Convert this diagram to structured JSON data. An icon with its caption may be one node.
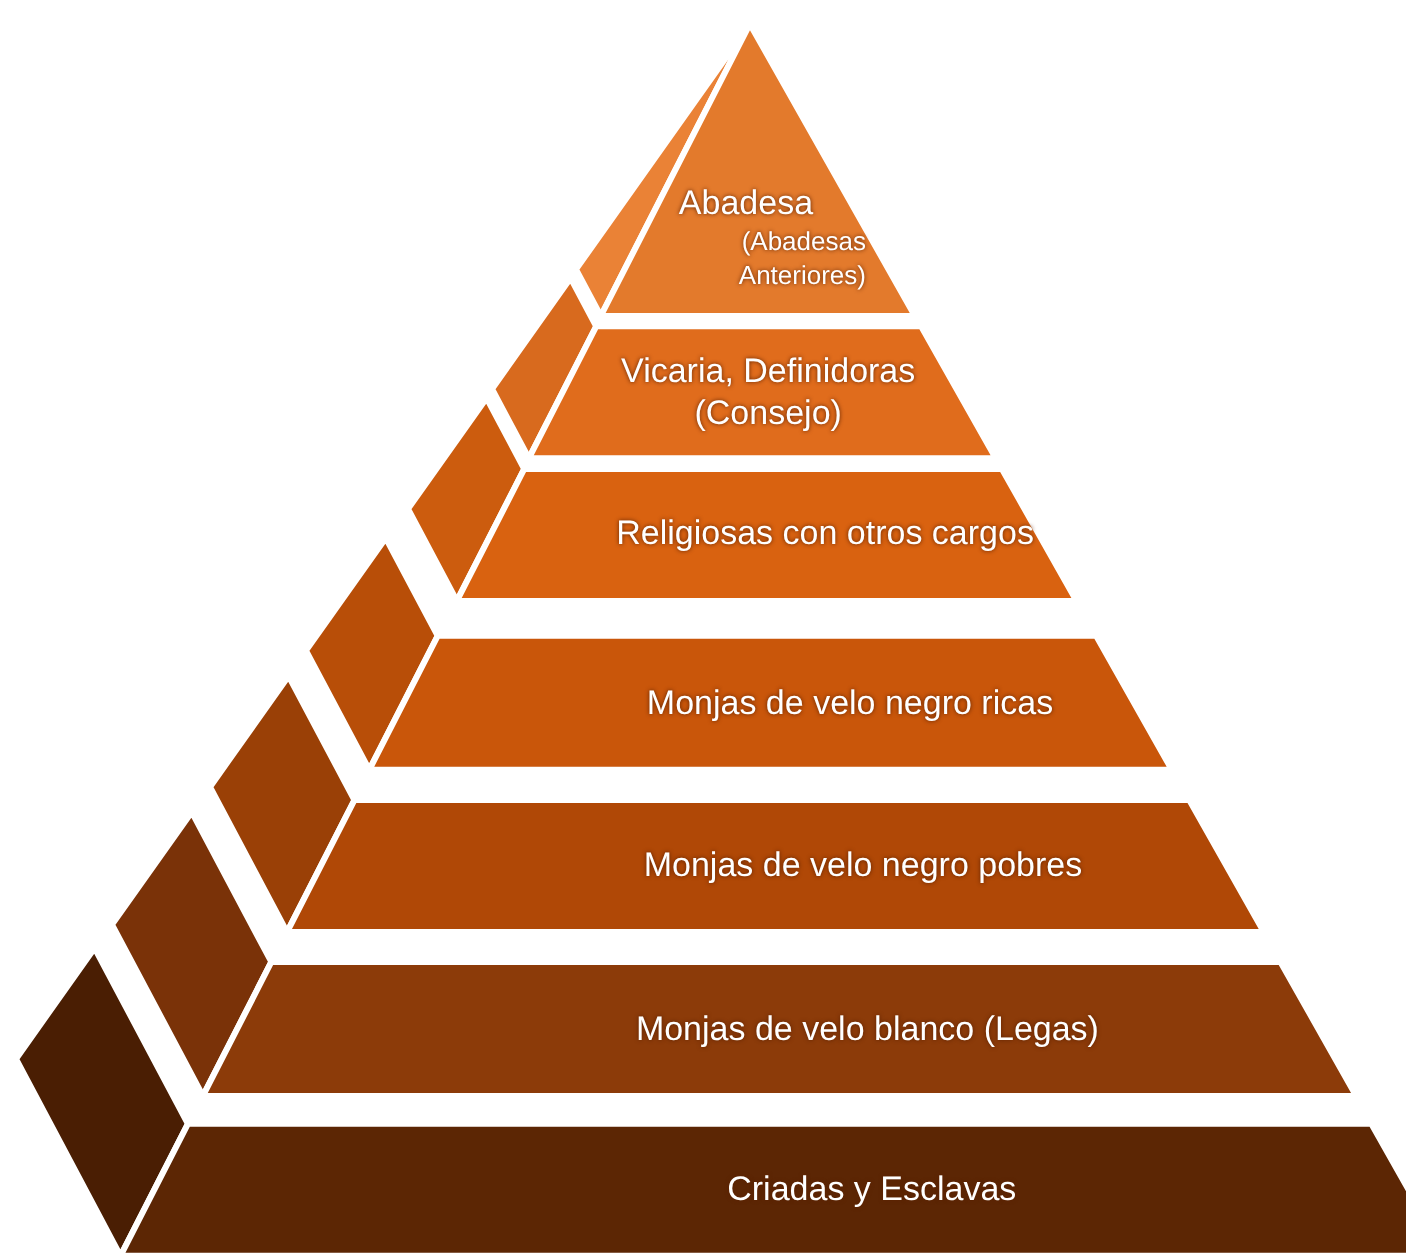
{
  "diagram": {
    "nodes": [
      {
        "text": [
          "Abadesa",
          "(Abadesas Anteriores)"
        ]
      },
      {
        "text": [
          "Vicaria, Definidoras (Consejo)"
        ]
      },
      {
        "text": [
          "Religiosas con otros cargos"
        ]
      },
      {
        "text": [
          "Monjas de velo negro ricas"
        ]
      },
      {
        "text": [
          "Monjas de velo negro pobres"
        ]
      },
      {
        "text": [
          "Monjas de velo blanco (Legas)"
        ]
      },
      {
        "text": [
          "Criadas y Esclavas"
        ]
      }
    ]
  }
}
